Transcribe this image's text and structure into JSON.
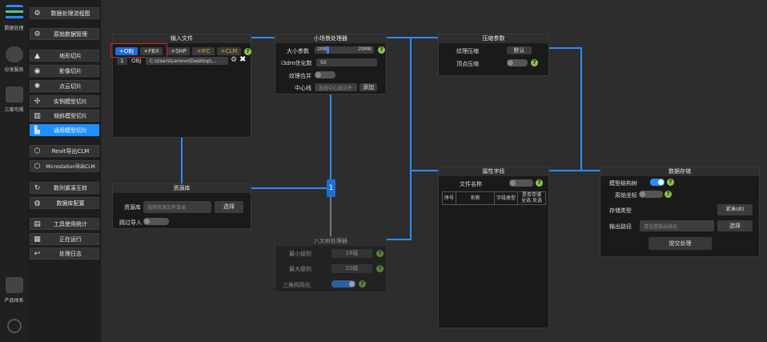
{
  "rail": [
    {
      "label": "数据处理"
    },
    {
      "label": "分发服务"
    },
    {
      "label": "三维可视"
    },
    {
      "label": "产品体系"
    }
  ],
  "menu": [
    {
      "label": "数据处理流程图",
      "icon": "gear-icon",
      "glyph": "⚙"
    },
    {
      "label": "原始数据管理",
      "icon": "gear-icon",
      "glyph": "⚙"
    },
    {
      "label": "地形切片",
      "icon": "terrain-icon",
      "glyph": "▲"
    },
    {
      "label": "影像切片",
      "icon": "globe-icon",
      "glyph": "◉"
    },
    {
      "label": "点云切片",
      "icon": "pointcloud-icon",
      "glyph": "✺"
    },
    {
      "label": "实例模型切片",
      "icon": "network-icon",
      "glyph": "✣"
    },
    {
      "label": "倾斜模型切片",
      "icon": "building-icon",
      "glyph": "▥"
    },
    {
      "label": "通用模型切片",
      "icon": "model-icon",
      "glyph": "▙"
    },
    {
      "label": "Revit导出CLM",
      "icon": "cube-icon",
      "glyph": "⬡"
    },
    {
      "label": "Microstation导出CLM",
      "icon": "cube-icon",
      "glyph": "⬡"
    },
    {
      "label": "数列紧凑互转",
      "icon": "refresh-icon",
      "glyph": "↻"
    },
    {
      "label": "数据库配置",
      "icon": "database-icon",
      "glyph": "◍"
    },
    {
      "label": "工具使用统计",
      "icon": "doc-icon",
      "glyph": "▤"
    },
    {
      "label": "正在运行",
      "icon": "chart-icon",
      "glyph": "▦"
    },
    {
      "label": "处理日志",
      "icon": "undo-icon",
      "glyph": "↩"
    }
  ],
  "input_node": {
    "title": "输入文件",
    "tabs": [
      "+OBJ",
      "+FBX",
      "+SHP",
      "+IFC",
      "+CLM"
    ],
    "file_index": "1",
    "file_type": "OBJ",
    "file_path": "C:\\Users\\Lenovo\\Desktop\\..."
  },
  "small_scene_node": {
    "title": "小场景处理器",
    "size_label": "大小参数",
    "size_min": "2MB",
    "size_max": "20MB",
    "i3dm_label": "i3dm优化数",
    "i3dm_value": "50",
    "merge_label": "纹理合并",
    "center_label": "中心线",
    "center_placeholder": "选择中心线文件",
    "add_label": "添加"
  },
  "compress_node": {
    "title": "压缩参数",
    "texture_label": "纹理压缩",
    "texture_value": "默认",
    "vertex_label": "顶点压缩"
  },
  "resource_node": {
    "title": "资源库",
    "lib_label": "资源库",
    "lib_placeholder": "选择资源文件目录",
    "choose_label": "选择",
    "skip_label": "跳过导入"
  },
  "junction": {
    "label": "1"
  },
  "octree_node": {
    "title": "八叉树处理器",
    "min_label": "最小级别",
    "min_value": "16级",
    "max_label": "最大级别",
    "max_value": "20级",
    "tri_label": "三角网简化"
  },
  "attr_node": {
    "title": "属性字段",
    "file_label": "文件名称",
    "cols": [
      "序号",
      "名称",
      "字段类型",
      "是否存储"
    ],
    "select_all": "全选",
    "invert": "反选"
  },
  "storage_node": {
    "title": "数据存储",
    "tree_label": "模型结构树",
    "coord_label": "原始坐标",
    "store_type_label": "存储类型",
    "store_type_value": "紧凑(dt)",
    "out_label": "输出路径",
    "out_placeholder": "请设置输出路径",
    "choose_label": "选择",
    "submit_label": "提交处理"
  }
}
